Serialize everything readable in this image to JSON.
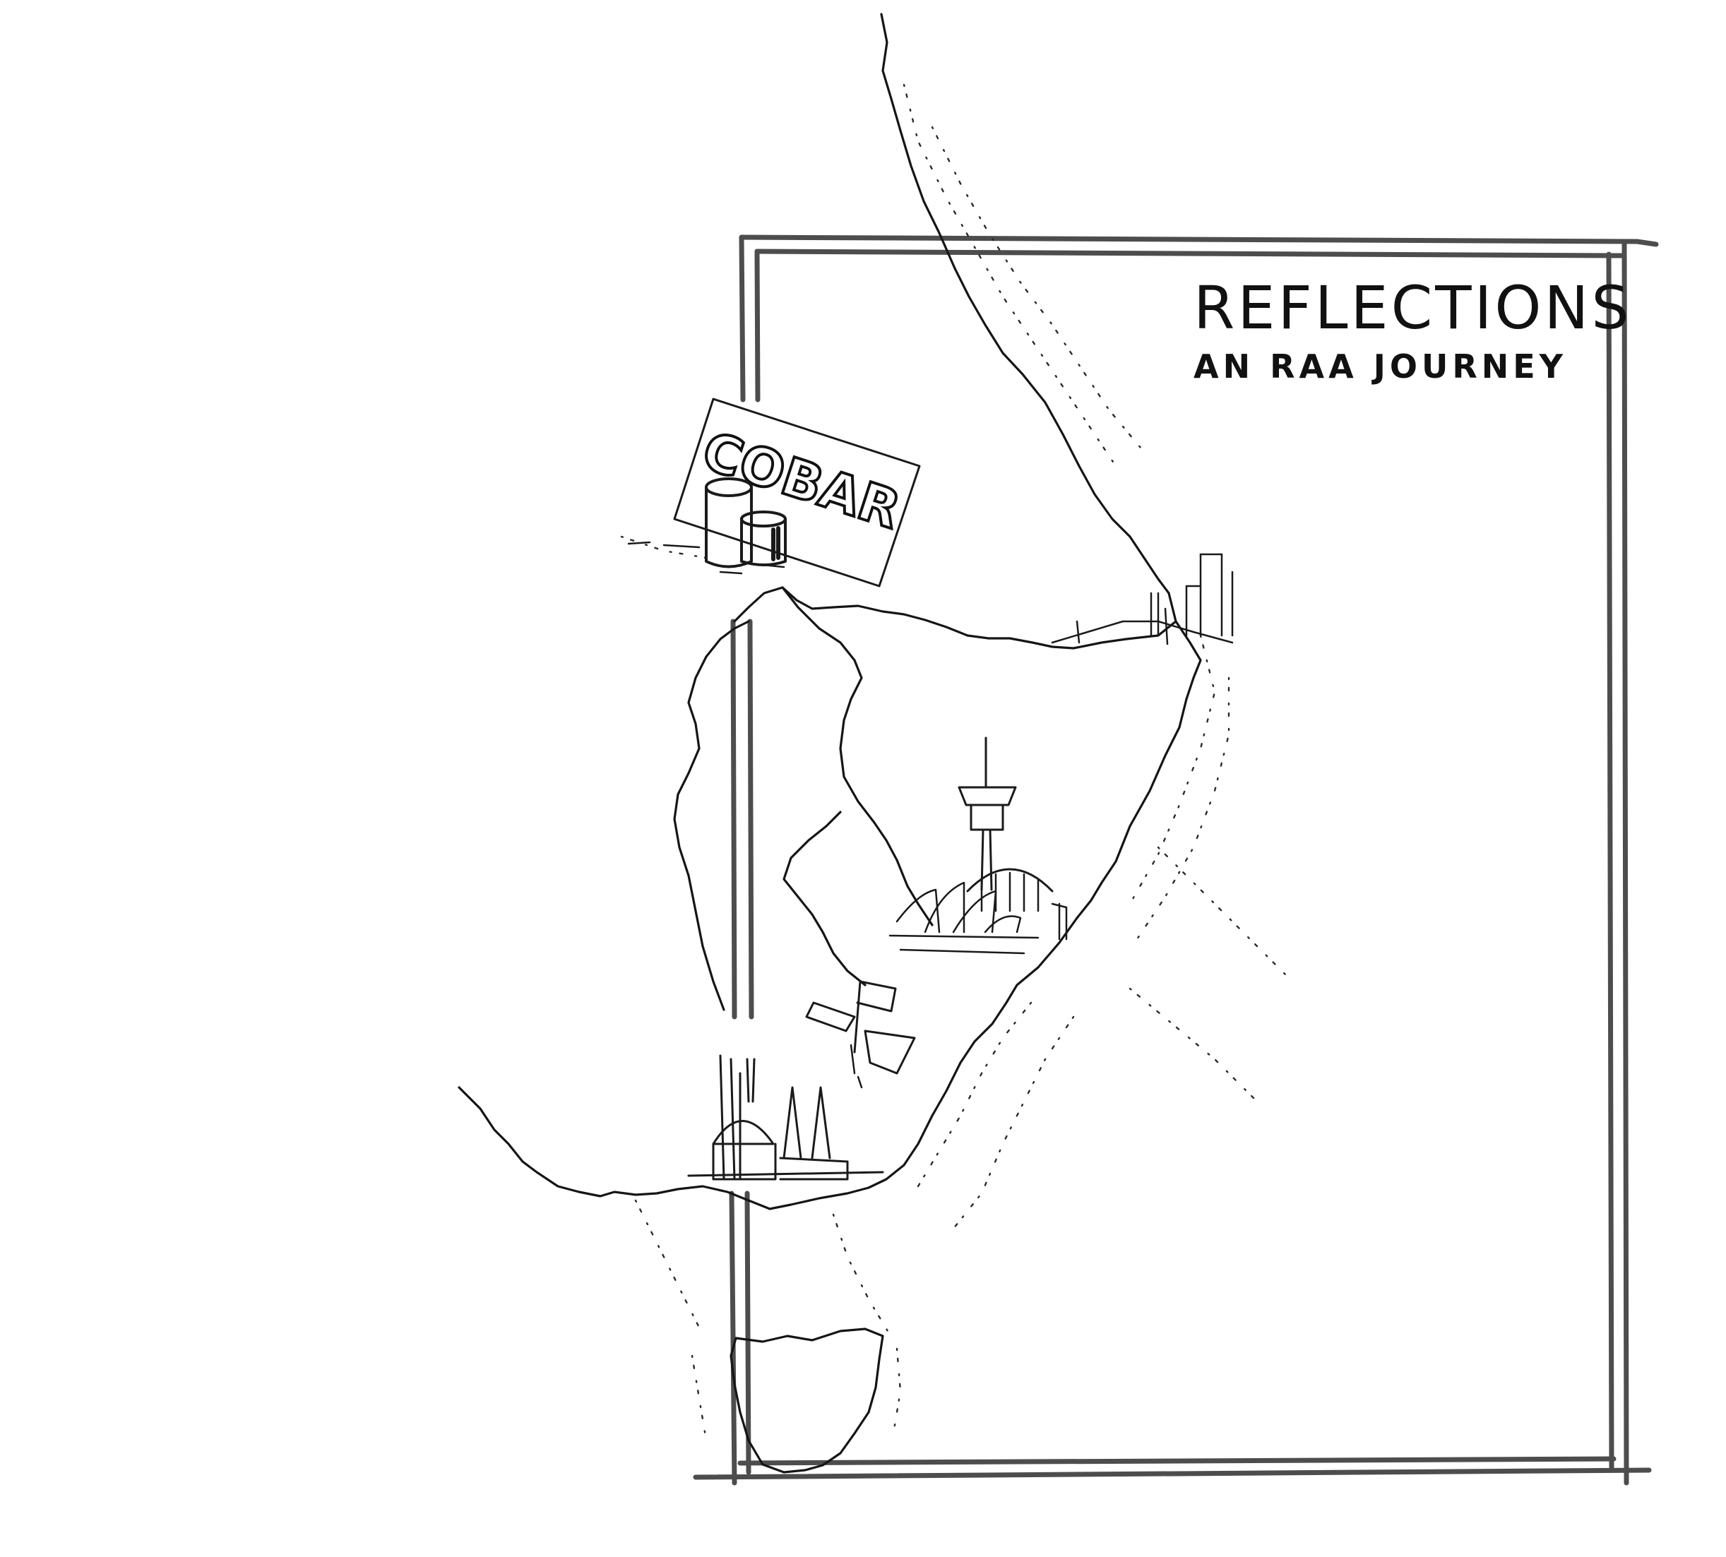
{
  "title": "REFLECTIONS",
  "subtitle": "AN RAA JOURNEY",
  "sign_label": "COBAR",
  "ink_color": "#1a1a1a",
  "frame_color": "#4d4d4d",
  "paper_color": "#ffffff"
}
